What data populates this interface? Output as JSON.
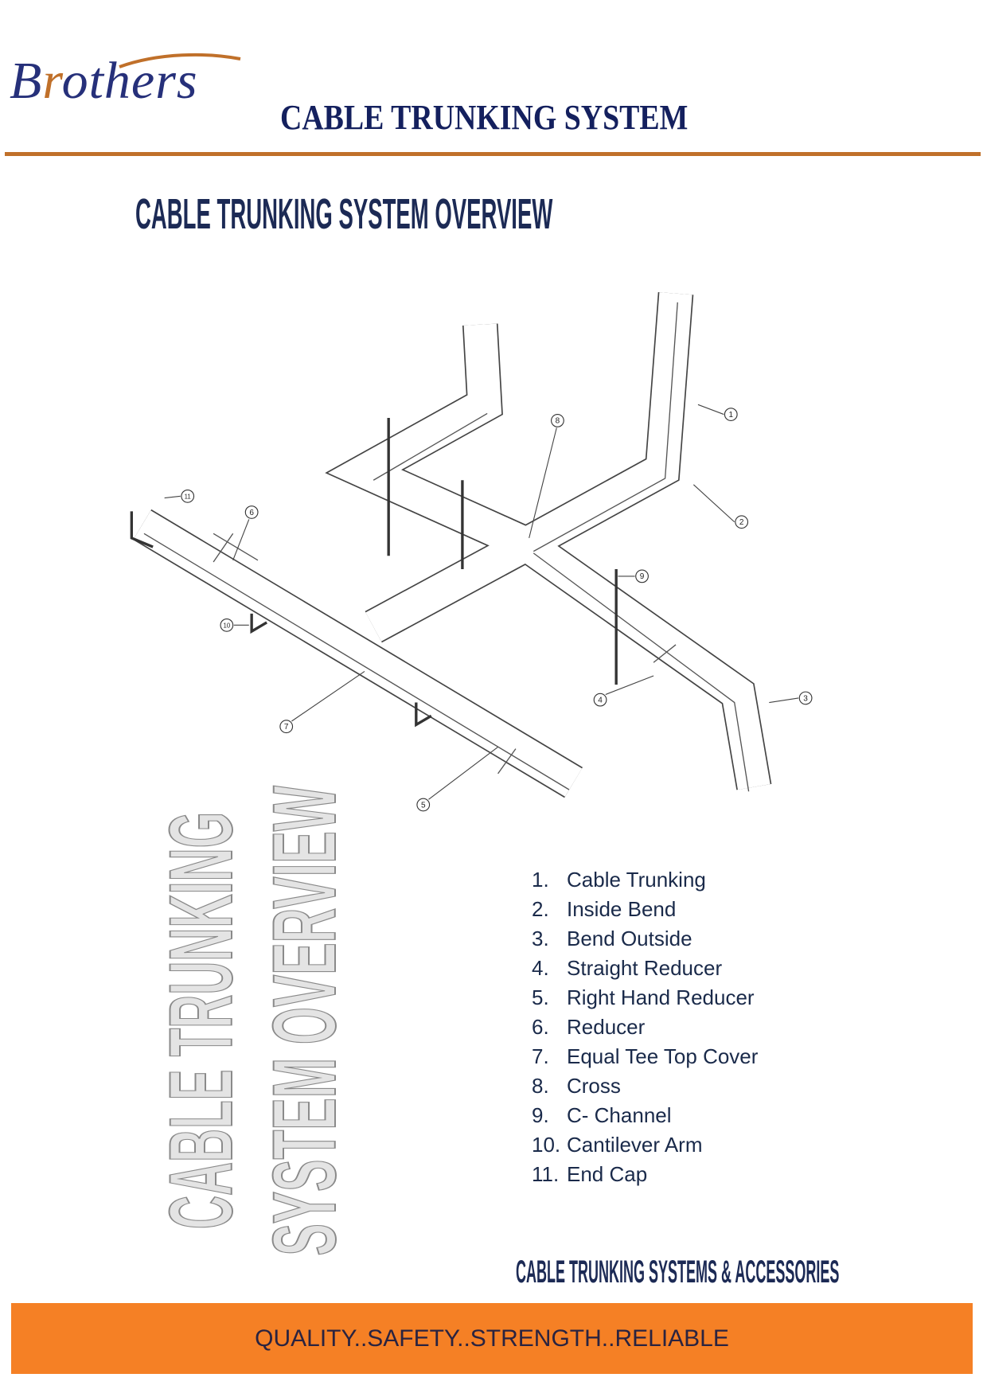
{
  "header": {
    "logo_text": "Brothers",
    "title": "CABLE TRUNKING SYSTEM"
  },
  "overview_heading": "CABLE TRUNKING SYSTEM OVERVIEW",
  "diagram": {
    "callouts": [
      "1",
      "2",
      "3",
      "4",
      "5",
      "6",
      "7",
      "8",
      "9",
      "10",
      "11"
    ]
  },
  "side_title": {
    "line1": "CABLE TRUNKING",
    "line2": "SYSTEM OVERVIEW"
  },
  "parts": [
    {
      "num": "1.",
      "label": "Cable Trunking"
    },
    {
      "num": "2.",
      "label": "Inside Bend"
    },
    {
      "num": "3.",
      "label": "Bend Outside"
    },
    {
      "num": "4.",
      "label": "Straight Reducer"
    },
    {
      "num": "5.",
      "label": "Right Hand Reducer"
    },
    {
      "num": "6.",
      "label": "Reducer"
    },
    {
      "num": "7.",
      "label": "Equal Tee Top Cover"
    },
    {
      "num": "8.",
      "label": "Cross"
    },
    {
      "num": "9.",
      "label": "C- Channel"
    },
    {
      "num": "10.",
      "label": "Cantilever Arm"
    },
    {
      "num": "11.",
      "label": "End Cap"
    }
  ],
  "tagline": "CABLE TRUNKING SYSTEMS & ACCESSORIES",
  "banner": "QUALITY..SAFETY..STRENGTH..RELIABLE",
  "colors": {
    "navy": "#14205e",
    "orange": "#f58025",
    "rule": "#c0702a"
  }
}
